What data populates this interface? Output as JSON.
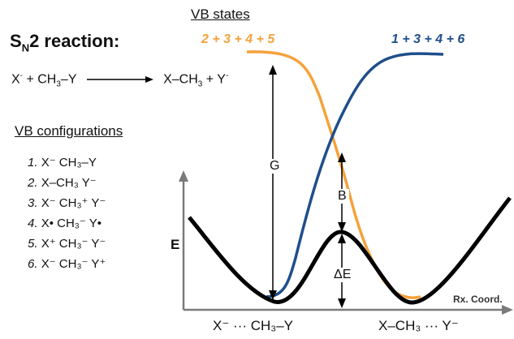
{
  "title": {
    "main": "S",
    "sub": "N",
    "rest": "2 reaction:"
  },
  "reaction": {
    "lhs": {
      "x": "X",
      "x_charge": "-",
      "plus": " + CH",
      "sub3": "3",
      "bond": "–Y"
    },
    "rhs": {
      "xch": "X–CH",
      "sub3": "3",
      "plus_y": " + Y",
      "y_charge": "-"
    }
  },
  "vb_states_heading": "VB states",
  "vb_configurations_heading": "VB configurations",
  "configurations": [
    {
      "num": "1.",
      "text": "X⁻  CH₃–Y"
    },
    {
      "num": "2.",
      "text": "X–CH₃  Y⁻"
    },
    {
      "num": "3.",
      "text": "X⁻  CH₃⁺  Y⁻"
    },
    {
      "num": "4.",
      "text": "X•  CH₃⁻  Y•"
    },
    {
      "num": "5.",
      "text": "X⁺  CH₃⁻  Y⁻"
    },
    {
      "num": "6.",
      "text": "X⁻  CH₃⁻  Y⁺"
    }
  ],
  "states": {
    "orange": "2 + 3 + 4 + 5",
    "blue": "1 + 3 + 4 + 6"
  },
  "labels": {
    "G": "G",
    "B": "B",
    "dE": "ΔE",
    "E_axis": "E",
    "rx_coord": "Rx. Coord."
  },
  "bottom": {
    "left": "X⁻ ··· CH₃–Y",
    "right": "X–CH₃ ··· Y⁻"
  },
  "colors": {
    "orange": "#f4a23c",
    "blue": "#1f4f8b",
    "black": "#000000",
    "axis": "#7a7a7a"
  }
}
